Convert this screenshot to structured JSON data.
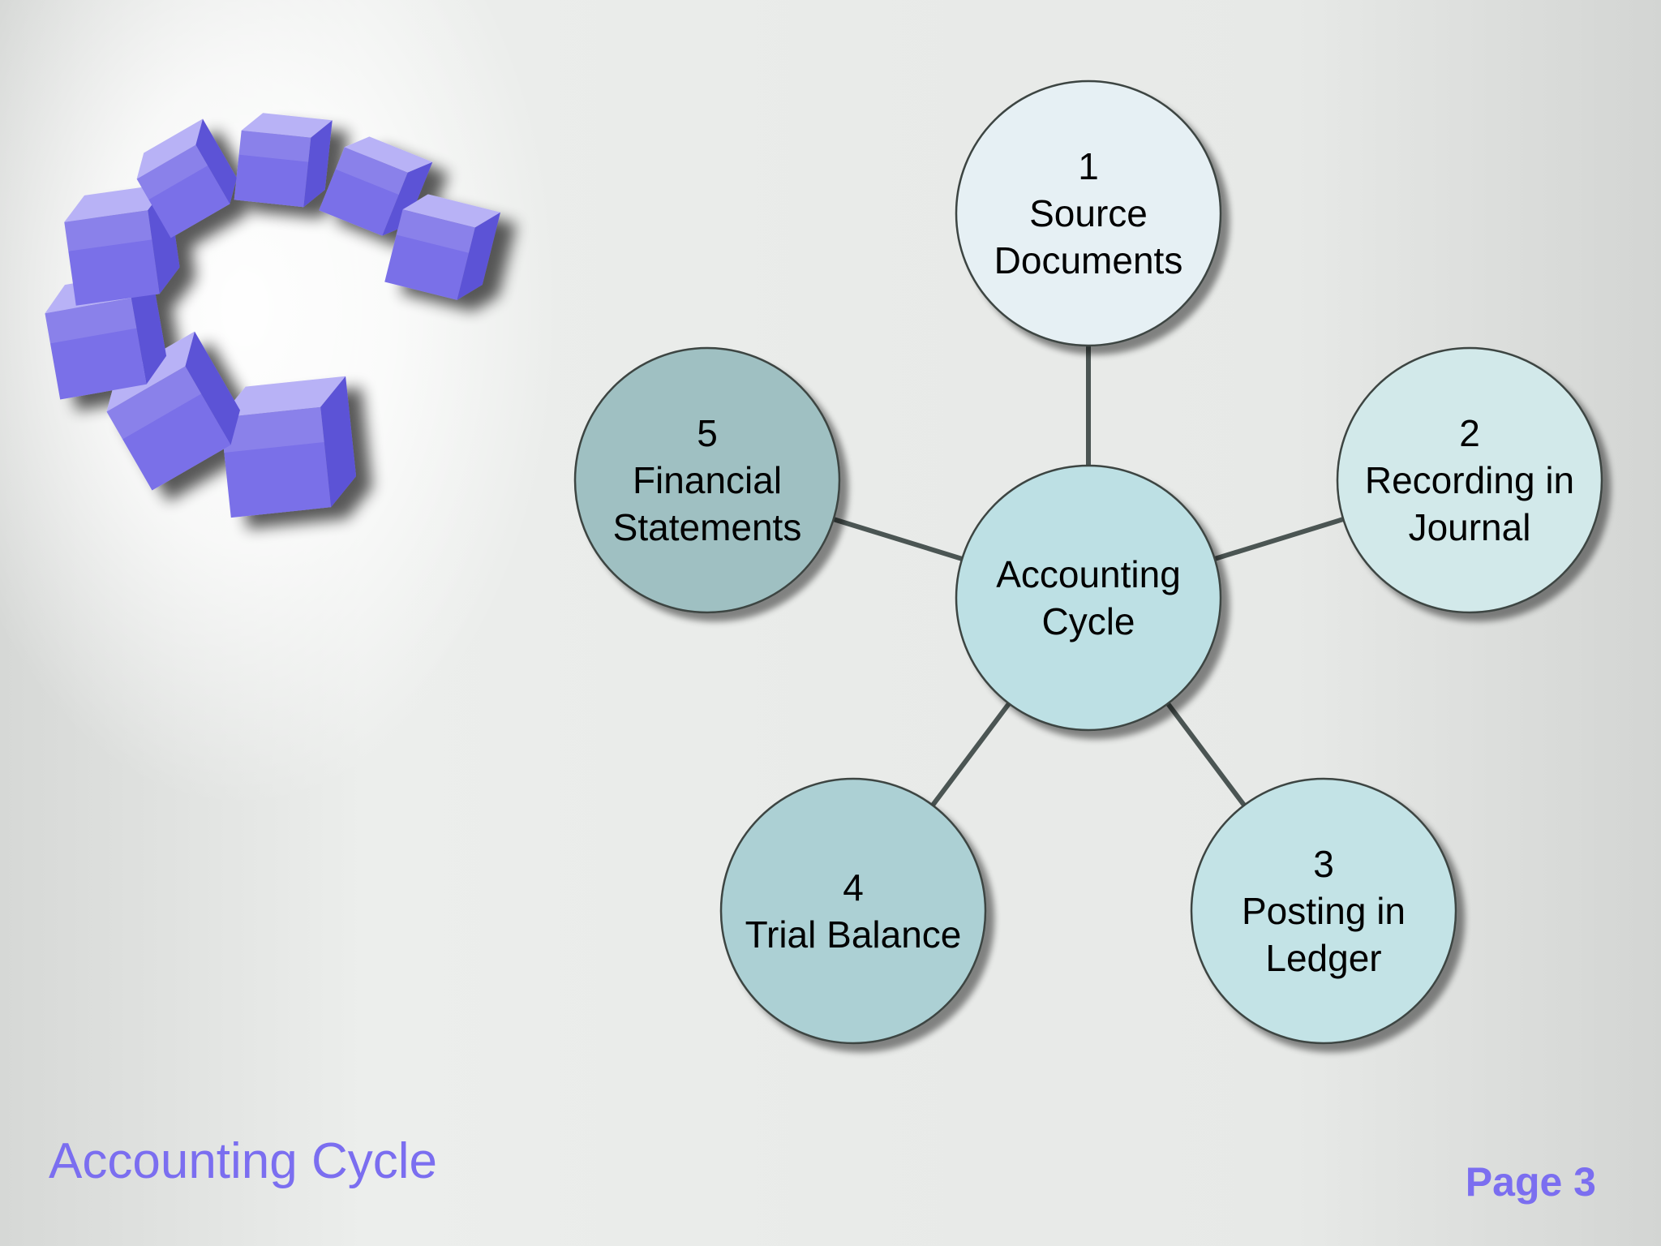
{
  "diagram": {
    "center": {
      "lines": [
        "Accounting",
        "Cycle"
      ],
      "fill": "#bde0e4"
    },
    "steps": [
      {
        "number": "1",
        "lines": [
          "Source",
          "Documents"
        ],
        "fill": "#e6f0f4"
      },
      {
        "number": "2",
        "lines": [
          "Recording in",
          "Journal"
        ],
        "fill": "#d2e9ea"
      },
      {
        "number": "3",
        "lines": [
          "Posting in",
          "Ledger"
        ],
        "fill": "#c3e3e6"
      },
      {
        "number": "4",
        "lines": [
          "Trial Balance"
        ],
        "fill": "#acd0d4"
      },
      {
        "number": "5",
        "lines": [
          "Financial",
          "Statements"
        ],
        "fill": "#9fc0c2"
      }
    ],
    "colors": {
      "connector": "#4b5553",
      "outline": "#3c4442",
      "logo_blue": "#7a70e8"
    }
  },
  "footer": {
    "title": "Accounting Cycle",
    "page": "Page 3"
  }
}
